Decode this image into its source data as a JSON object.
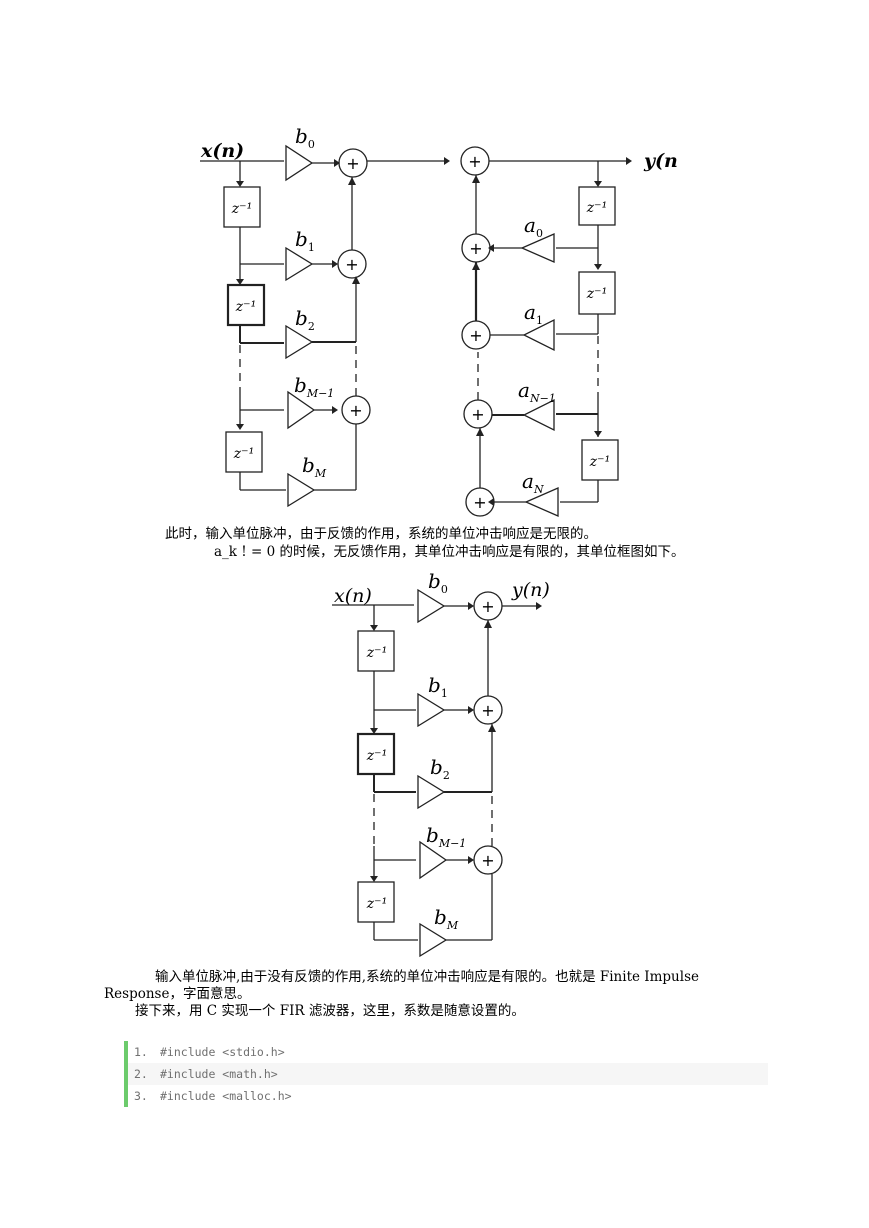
{
  "diagram1": {
    "input_label": "x(n)",
    "output_label": "y(n",
    "delay_label": "z⁻¹",
    "plus": "+",
    "b_coeffs": [
      {
        "base": "b",
        "sub": "0"
      },
      {
        "base": "b",
        "sub": "1"
      },
      {
        "base": "b",
        "sub": "2"
      },
      {
        "base": "b",
        "sub": "M−1"
      },
      {
        "base": "b",
        "sub": "M"
      }
    ],
    "a_coeffs": [
      {
        "base": "a",
        "sub": "0"
      },
      {
        "base": "a",
        "sub": "1"
      },
      {
        "base": "a",
        "sub": "N−1"
      },
      {
        "base": "a",
        "sub": "N"
      }
    ]
  },
  "text": {
    "line1": "此时，输入单位脉冲，由于反馈的作用，系统的单位冲击响应是无限的。",
    "line2": "a_k ! = 0 的时候，无反馈作用，其单位冲击响应是有限的，其单位框图如下。"
  },
  "diagram2": {
    "input_label": "x(n)",
    "output_label": "y(n)",
    "delay_label": "z⁻¹",
    "plus": "+",
    "b_coeffs": [
      {
        "base": "b",
        "sub": "0"
      },
      {
        "base": "b",
        "sub": "1"
      },
      {
        "base": "b",
        "sub": "2"
      },
      {
        "base": "b",
        "sub": "M−1"
      },
      {
        "base": "b",
        "sub": "M"
      }
    ]
  },
  "text2": {
    "line3a": "输入单位脉冲,由于没有反馈的作用,系统的单位冲击响应是有限的。也就是 Finite Impulse",
    "line3b": "Response，字面意思。",
    "line4": "接下来，用 C 实现一个 FIR 滤波器，这里，系数是随意设置的。"
  },
  "code": {
    "lines": [
      {
        "num": "1.",
        "code": "#include <stdio.h>"
      },
      {
        "num": "2.",
        "code": "#include <math.h>"
      },
      {
        "num": "3.",
        "code": "#include <malloc.h>"
      }
    ]
  }
}
